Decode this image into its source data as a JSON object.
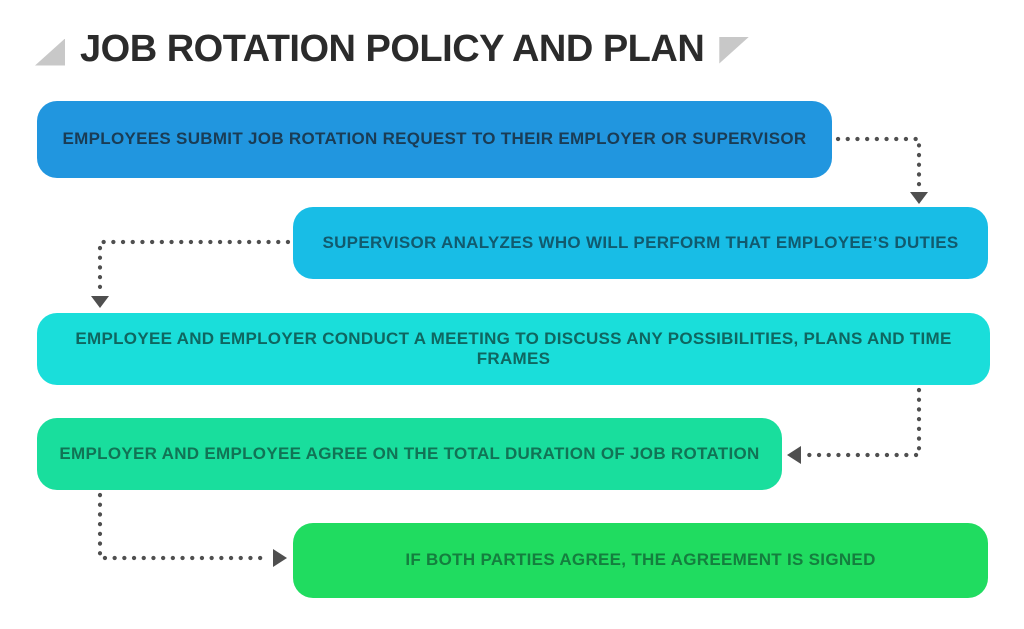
{
  "title": {
    "text": "JOB ROTATION POLICY AND PLAN",
    "color": "#2B2B2B",
    "triangle_color": "#C8C8C8"
  },
  "connector": {
    "color": "#4F4F4F"
  },
  "steps": [
    {
      "label": "EMPLOYEES SUBMIT JOB ROTATION REQUEST TO THEIR EMPLOYER OR SUPERVISOR",
      "bg": "#2196DF",
      "text": "#1A3C55"
    },
    {
      "label": "SUPERVISOR ANALYZES WHO WILL PERFORM THAT EMPLOYEE’S DUTIES",
      "bg": "#18BDE6",
      "text": "#115A6E"
    },
    {
      "label": "EMPLOYEE AND EMPLOYER CONDUCT A MEETING TO DISCUSS ANY POSSIBILITIES, PLANS AND TIME FRAMES",
      "bg": "#1ADEDA",
      "text": "#0F6660"
    },
    {
      "label": "EMPLOYER AND EMPLOYEE AGREE ON THE TOTAL DURATION OF JOB ROTATION",
      "bg": "#19DE9D",
      "text": "#117355"
    },
    {
      "label": "IF BOTH PARTIES AGREE, THE AGREEMENT IS SIGNED",
      "bg": "#20DC60",
      "text": "#147E3E"
    }
  ]
}
